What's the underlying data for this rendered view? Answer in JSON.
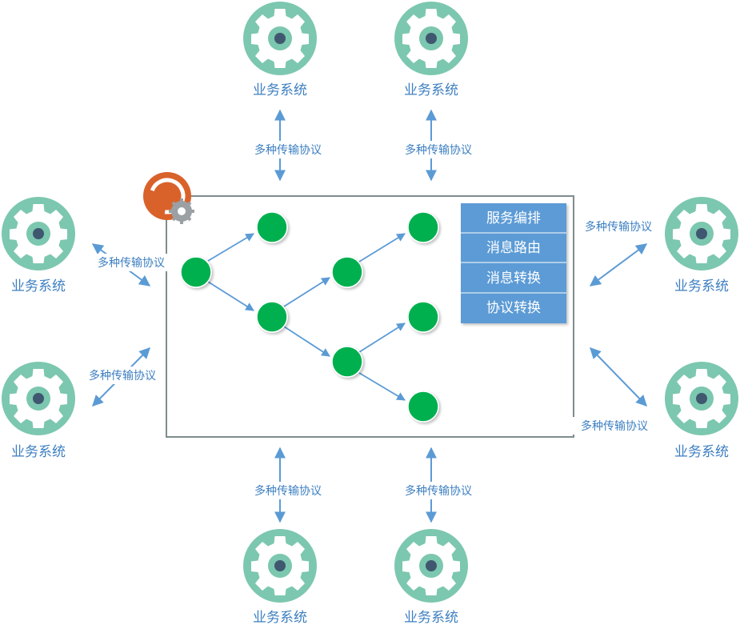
{
  "systems": [
    {
      "id": "top-left",
      "label": "业务系统"
    },
    {
      "id": "top-right",
      "label": "业务系统"
    },
    {
      "id": "left-upper",
      "label": "业务系统"
    },
    {
      "id": "left-lower",
      "label": "业务系统"
    },
    {
      "id": "right-upper",
      "label": "业务系统"
    },
    {
      "id": "right-lower",
      "label": "业务系统"
    },
    {
      "id": "bottom-left",
      "label": "业务系统"
    },
    {
      "id": "bottom-right",
      "label": "业务系统"
    }
  ],
  "protocols": [
    {
      "id": "top-left",
      "label": "多种传输协议"
    },
    {
      "id": "top-right",
      "label": "多种传输协议"
    },
    {
      "id": "left-upper",
      "label": "多种传输协议"
    },
    {
      "id": "left-lower",
      "label": "多种传输协议"
    },
    {
      "id": "right-upper",
      "label": "多种传输协议"
    },
    {
      "id": "right-lower",
      "label": "多种传输协议"
    },
    {
      "id": "bottom-left",
      "label": "多种传输协议"
    },
    {
      "id": "bottom-right",
      "label": "多种传输协议"
    }
  ],
  "services": [
    "服务编排",
    "消息路由",
    "消息转换",
    "协议转换"
  ],
  "colors": {
    "gear": "#7cc7af",
    "label": "#3d7fc1",
    "arrow": "#5b9bd5",
    "node": "#00b050",
    "panel": "#5b9bd5",
    "frame": "#7f8c8d",
    "logo": "#d9622b"
  }
}
